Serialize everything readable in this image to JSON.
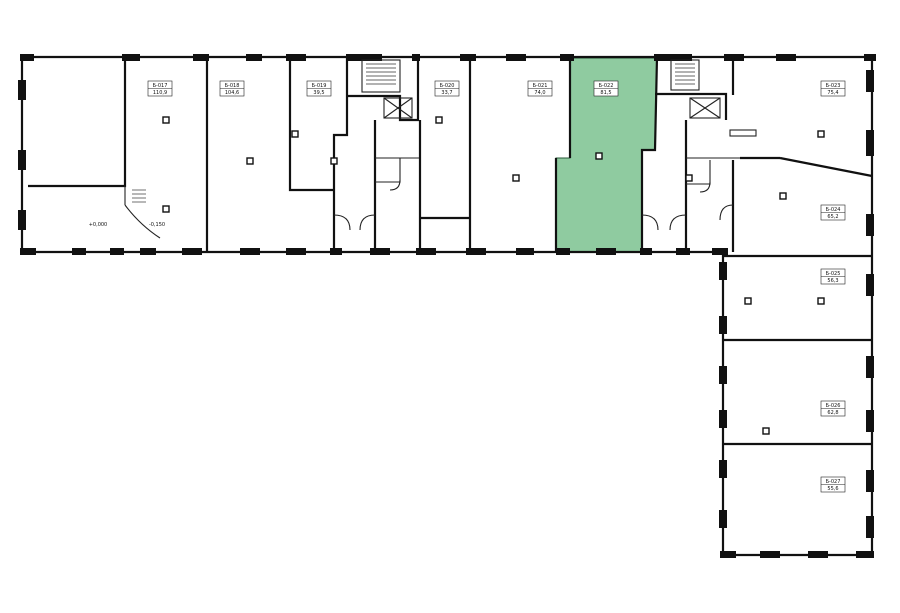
{
  "plan": {
    "highlight_color": "#8fcba0",
    "units": [
      {
        "id": "unit-017",
        "code": "Б-017",
        "area": "110,9",
        "highlight": false
      },
      {
        "id": "unit-018",
        "code": "Б-018",
        "area": "104,6",
        "highlight": false
      },
      {
        "id": "unit-019",
        "code": "Б-019",
        "area": "39,5",
        "highlight": false
      },
      {
        "id": "unit-020",
        "code": "Б-020",
        "area": "33,7",
        "highlight": false
      },
      {
        "id": "unit-021",
        "code": "Б-021",
        "area": "74,0",
        "highlight": false
      },
      {
        "id": "unit-022",
        "code": "Б-022",
        "area": "81,5",
        "highlight": true
      },
      {
        "id": "unit-023",
        "code": "Б-023",
        "area": "75,4",
        "highlight": false
      },
      {
        "id": "unit-024",
        "code": "Б-024",
        "area": "65,2",
        "highlight": false
      },
      {
        "id": "unit-025",
        "code": "Б-025",
        "area": "56,3",
        "highlight": false
      },
      {
        "id": "unit-026",
        "code": "Б-026",
        "area": "62,8",
        "highlight": false
      },
      {
        "id": "unit-027",
        "code": "Б-027",
        "area": "55,6",
        "highlight": false
      }
    ],
    "levels": [
      {
        "id": "level-1",
        "text": "+0,000"
      },
      {
        "id": "level-2",
        "text": "-0,150"
      }
    ]
  }
}
